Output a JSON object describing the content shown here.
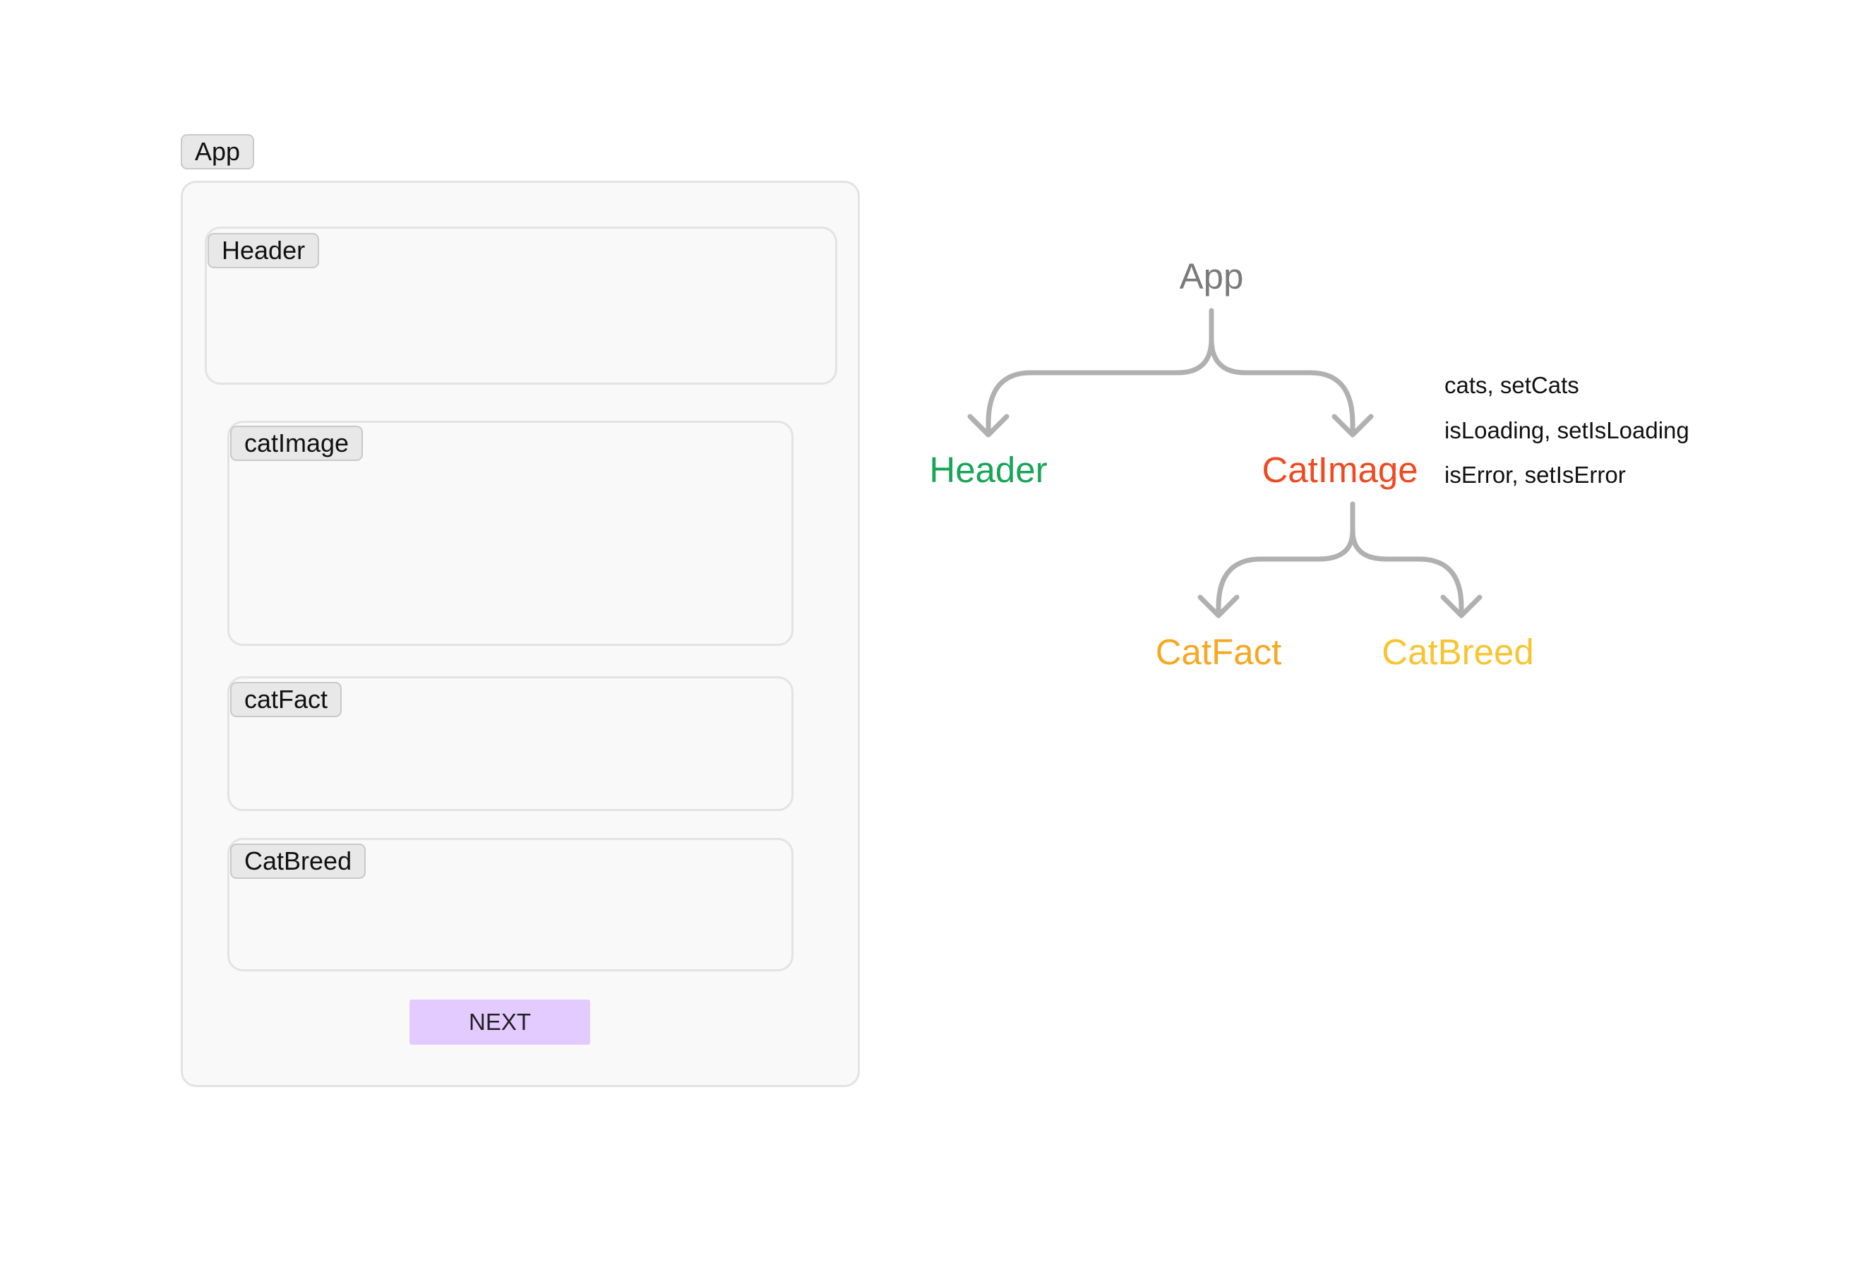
{
  "mockup": {
    "app_label": "App",
    "header_label": "Header",
    "cat_image_label": "catImage",
    "cat_fact_label": "catFact",
    "cat_breed_label": "CatBreed",
    "next_button_label": "NEXT"
  },
  "tree": {
    "root": "App",
    "header": "Header",
    "cat_image": "CatImage",
    "cat_fact": "CatFact",
    "cat_breed": "CatBreed",
    "state": [
      "cats, setCats",
      "isLoading, setIsLoading",
      "isError, setIsError"
    ]
  },
  "colors": {
    "root": "#7a7a7a",
    "header": "#18a558",
    "cat_image": "#ef4a22",
    "cat_fact": "#f6a823",
    "cat_breed": "#f7c531",
    "connector": "#b0b0b0",
    "next_button": "#e4cbff"
  }
}
